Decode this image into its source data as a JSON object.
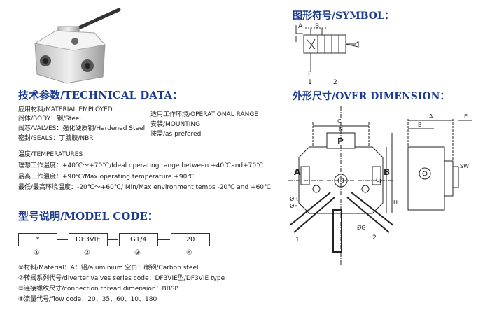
{
  "headings": {
    "technical": "技术参数/TECHNICAL DATA：",
    "model": "型号说明/MODEL CODE：",
    "symbol": "图形符号/SYMBOL：",
    "dimension": "外形尺寸/OVER DIMENSION："
  },
  "tech": {
    "material": "应用材料/MATERIAL EMPLOYED",
    "body": "阀体/BODY：钢/Steel",
    "valves": "阀芯/VALVES：强化硬质钢/Hardened Steel",
    "seals": "密封/SEALS：丁腈胶/NBR",
    "env": "适用工作环境/OPERATIONAL RANGE",
    "mounting": "安装/MOUNTING",
    "mount_val": "按需/as prefered",
    "temps": "温度/TEMPERATURES",
    "ideal": "理想工作温度：+40℃～+70℃/Ideal operating range between +40℃and+70℃",
    "max": "最高工作温度：+90℃/Max operating temperature +90℃",
    "minmax": "最低/最高环境温度：-20℃～+60℃/ Min/Max environment temps -20℃ and +60℃"
  },
  "code": {
    "boxes": [
      "*",
      "DF3VIE",
      "G1/4",
      "20"
    ],
    "nums": [
      "①",
      "②",
      "③",
      "④"
    ],
    "notes": [
      "①材料/Material：A：铝/aluminium    空白：碳钢/Carbon steel",
      "②转阀系列代号/diverter valves series code：DF3VIE型/DF3VIE type",
      "③连接螺纹尺寸/connection thread dimension：BBSP",
      "④流量代号/flow code：20、35、60、10、180"
    ]
  },
  "symbol": {
    "a": "A",
    "b": "B",
    "p": "P",
    "n1": "1",
    "n2": "2"
  },
  "dimension": {
    "c": "C",
    "n": "N",
    "p": "P",
    "a_side": "A",
    "b_side": "B",
    "top_a": "A",
    "top_b": "B",
    "e": "E",
    "sw": "SW",
    "r": "ØR",
    "f": "ØF",
    "g": "ØG",
    "l": "L",
    "h": "H",
    "cv": "C",
    "l1": "1",
    "l2": "2"
  }
}
